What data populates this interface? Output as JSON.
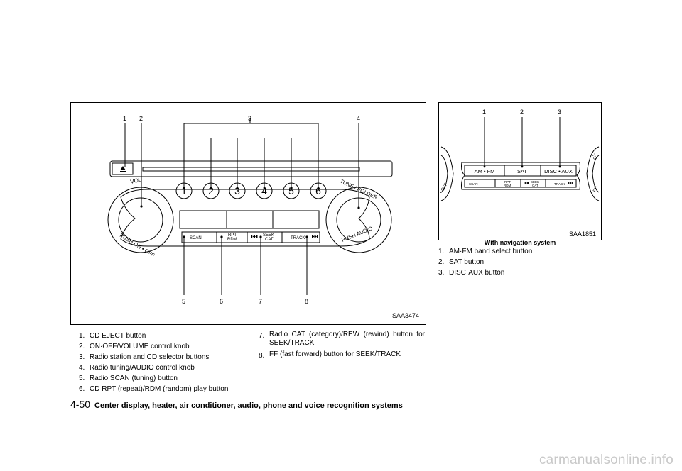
{
  "main_figure": {
    "code": "SAA3474",
    "callouts_top": [
      "1",
      "2",
      "3",
      "4"
    ],
    "callouts_bottom": [
      "5",
      "6",
      "7",
      "8"
    ],
    "preset_labels": [
      "1",
      "2",
      "3",
      "4",
      "5",
      "6"
    ],
    "vol_label": "VOL",
    "push_on_off_label": "PUSH ON • OFF",
    "tune_folder_label": "TUNE / FOLDER",
    "push_audio_label": "PUSH AUDIO",
    "scan_label": "SCAN",
    "rpt_label": "RPT",
    "rdm_label": "RDM",
    "seek_label": "SEEK",
    "cat_label": "CAT",
    "track_label": "TRACK",
    "eject_icon": "eject-icon",
    "rewind_icon": "skip-back-icon",
    "ff_icon": "skip-forward-icon"
  },
  "nav_figure": {
    "code": "SAA1851",
    "callouts_top": [
      "1",
      "2",
      "3"
    ],
    "am_fm_label": "AM • FM",
    "sat_label": "SAT",
    "disc_aux_label": "DISC • AUX",
    "scan_label": "SCAN",
    "rpt_label": "RPT",
    "rdm_label": "RDM",
    "seek_label": "SEEK",
    "cat_label": "CAT",
    "track_label": "TRACK",
    "off_label": "• OFF",
    "tu_label": "TU",
    "pu_label": "PU",
    "caption": "With navigation system"
  },
  "main_list_left": [
    {
      "num": "1.",
      "text": "CD EJECT button"
    },
    {
      "num": "2.",
      "text": "ON·OFF/VOLUME control knob"
    },
    {
      "num": "3.",
      "text": "Radio station and CD selector buttons"
    },
    {
      "num": "4.",
      "text": "Radio tuning/AUDIO control knob"
    },
    {
      "num": "5.",
      "text": "Radio SCAN (tuning) button"
    },
    {
      "num": "6.",
      "text": "CD RPT (repeat)/RDM (random) play button"
    }
  ],
  "main_list_right": [
    {
      "num": "7.",
      "text": "Radio CAT (category)/REW (rewind) button for SEEK/TRACK"
    },
    {
      "num": "8.",
      "text": "FF (fast forward) button for SEEK/TRACK"
    }
  ],
  "nav_list": [
    {
      "num": "1.",
      "text": "AM·FM band select button"
    },
    {
      "num": "2.",
      "text": "SAT button"
    },
    {
      "num": "3.",
      "text": "DISC·AUX button"
    }
  ],
  "footer": {
    "page": "4-50",
    "title": "Center display, heater, air conditioner, audio, phone and voice recognition systems"
  },
  "watermark": "carmanualsonline.info"
}
